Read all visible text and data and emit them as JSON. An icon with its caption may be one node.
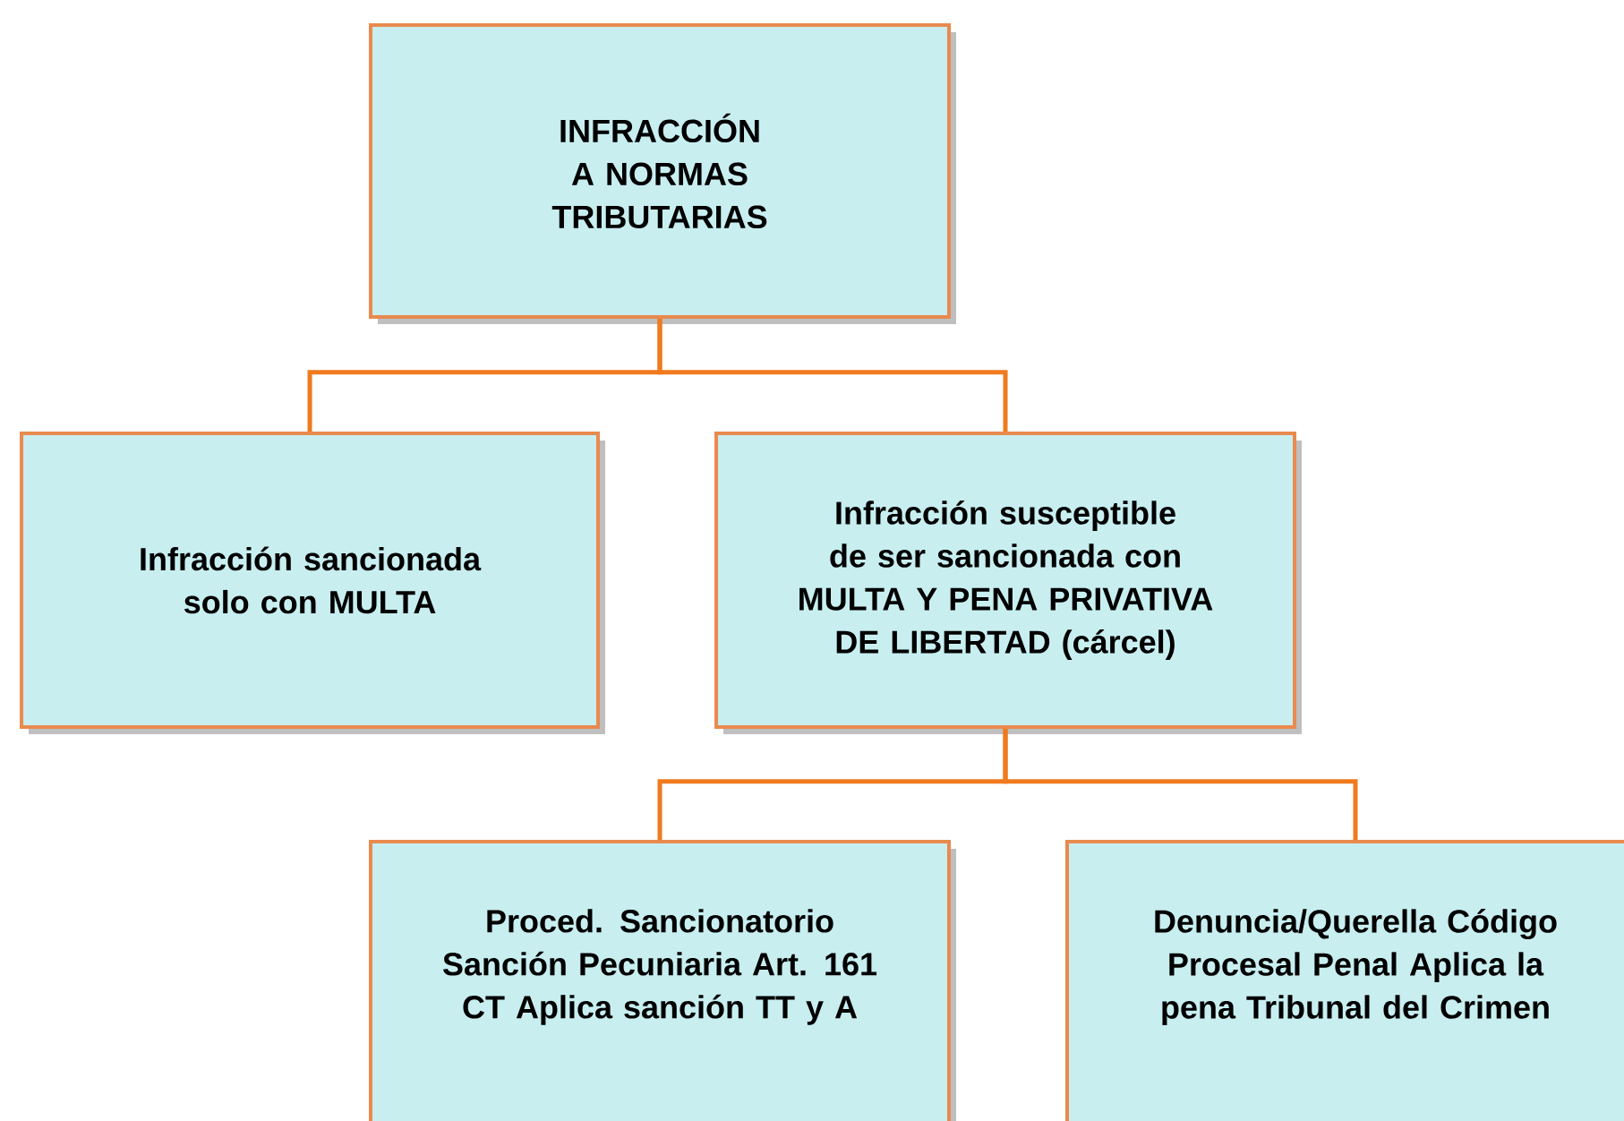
{
  "diagram": {
    "nodes": [
      {
        "text": [
          "INFRACCIÓN A NORMAS TRIBUTARIAS"
        ]
      },
      {
        "text": [
          "Infracción sancionada solo con MULTA"
        ]
      },
      {
        "text": [
          "Infracción susceptible de ser sancionada con MULTA Y PENA PRIVATIVA DE LIBERTAD (cárcel)"
        ]
      },
      {
        "text": [
          "Proced. Sancionatorio Sanción Pecuniaria Art. 161 CT Aplica sanción TT y A"
        ]
      },
      {
        "text": [
          "Denuncia/Querella Código Procesal Penal Aplica la pena Tribunal del Crimen"
        ]
      }
    ],
    "edges": [
      {
        "from": 0,
        "to": 1,
        "arrow": "none"
      },
      {
        "from": 0,
        "to": 2,
        "arrow": "none"
      },
      {
        "from": 2,
        "to": 3,
        "arrow": "none"
      },
      {
        "from": 2,
        "to": 4,
        "arrow": "none"
      }
    ]
  }
}
